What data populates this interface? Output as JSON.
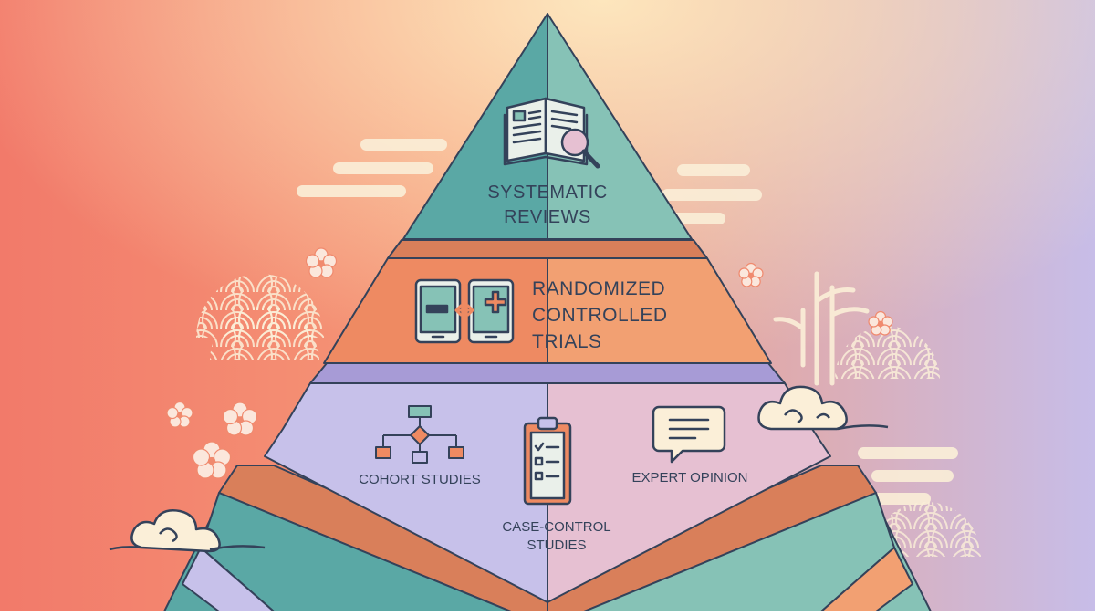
{
  "colors": {
    "bg_left": "#f27a6a",
    "bg_top": "#fde0b6",
    "bg_right": "#c7bde8",
    "teal_dark": "#5aa8a5",
    "teal_light": "#86c2b6",
    "coral": "#ee8a62",
    "coral_light": "#f2a072",
    "lavender": "#c7c1ea",
    "pink": "#e6c0d2",
    "outline": "#34425a",
    "cream": "#fbefd8"
  },
  "tiers": {
    "top": {
      "label_line1": "SYSTEMATIC",
      "label_line2": "REVIEWS",
      "icon": "book-magnifier-icon"
    },
    "middle": {
      "label_line1": "RANDOMIZED",
      "label_line2": "CONTROLLED",
      "label_line3": "TRIALS",
      "icon": "tablets-comparison-icon"
    },
    "base": {
      "cohort": {
        "label": "COHORT STUDIES",
        "icon": "flowchart-icon"
      },
      "case_control": {
        "label_line1": "CASE-CONTROL",
        "label_line2": "STUDIES",
        "icon": "clipboard-checklist-icon"
      },
      "expert": {
        "label": "EXPERT OPINION",
        "icon": "speech-bubble-icon"
      }
    }
  }
}
